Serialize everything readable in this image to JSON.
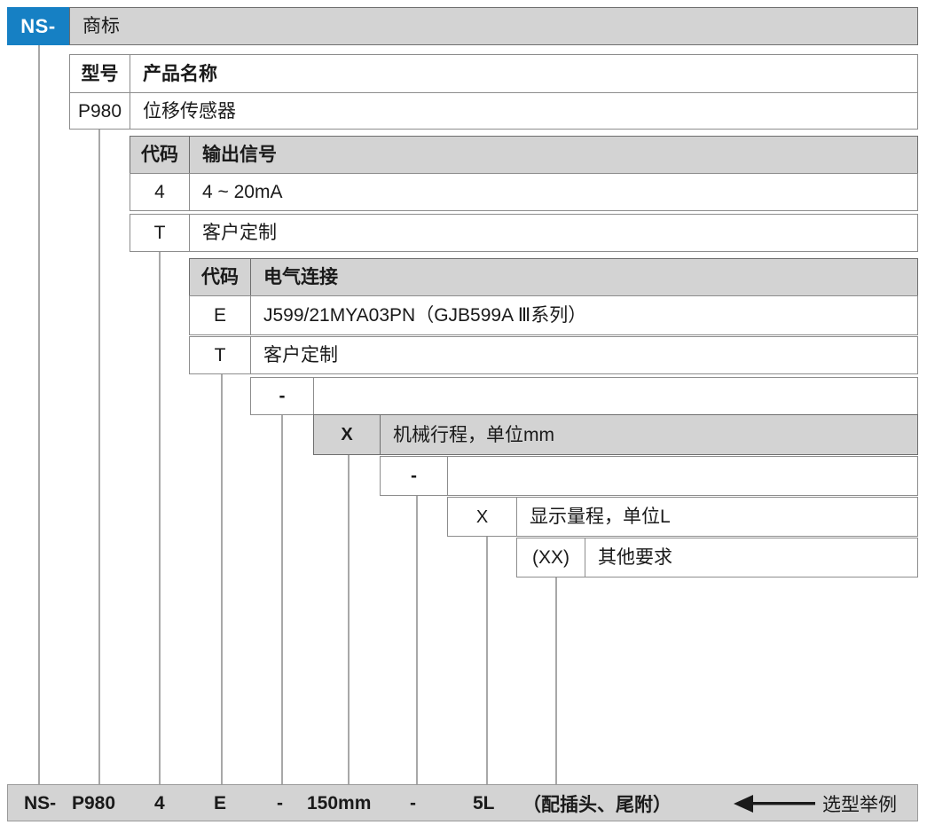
{
  "brand": {
    "code": "NS-",
    "label": "商标",
    "accent": "#1680c4"
  },
  "levels": [
    {
      "id": "model",
      "header": {
        "code": "型号",
        "desc": "产品名称"
      },
      "rows": [
        {
          "code": "P980",
          "desc": "位移传感器"
        }
      ]
    },
    {
      "id": "output-signal",
      "header": {
        "code": "代码",
        "desc": "输出信号"
      },
      "rows": [
        {
          "code": "4",
          "desc": "4 ~ 20mA"
        },
        {
          "code": "T",
          "desc": "客户定制"
        }
      ]
    },
    {
      "id": "electrical-connection",
      "header": {
        "code": "代码",
        "desc": "电气连接"
      },
      "rows": [
        {
          "code": "E",
          "desc": "J599/21MYA03PN（GJB599A Ⅲ系列）"
        },
        {
          "code": "T",
          "desc": "客户定制"
        }
      ]
    },
    {
      "id": "separator-1",
      "rows": [
        {
          "code": "-",
          "desc": ""
        }
      ]
    },
    {
      "id": "mechanical-stroke",
      "header": {
        "code": "X",
        "desc": "机械行程，单位mm"
      }
    },
    {
      "id": "separator-2",
      "rows": [
        {
          "code": "-",
          "desc": ""
        }
      ]
    },
    {
      "id": "display-range",
      "rows": [
        {
          "code": "X",
          "desc": "显示量程，单位L"
        },
        {
          "code": "(XX)",
          "desc": "其他要求"
        }
      ]
    }
  ],
  "example": {
    "parts": [
      "NS-",
      "P980",
      "4",
      "E",
      "-",
      "150mm",
      "-",
      "5L",
      "（配插头、尾附）"
    ],
    "arrow_label": "选型举例",
    "arrow_icon": "arrow-left-icon"
  }
}
